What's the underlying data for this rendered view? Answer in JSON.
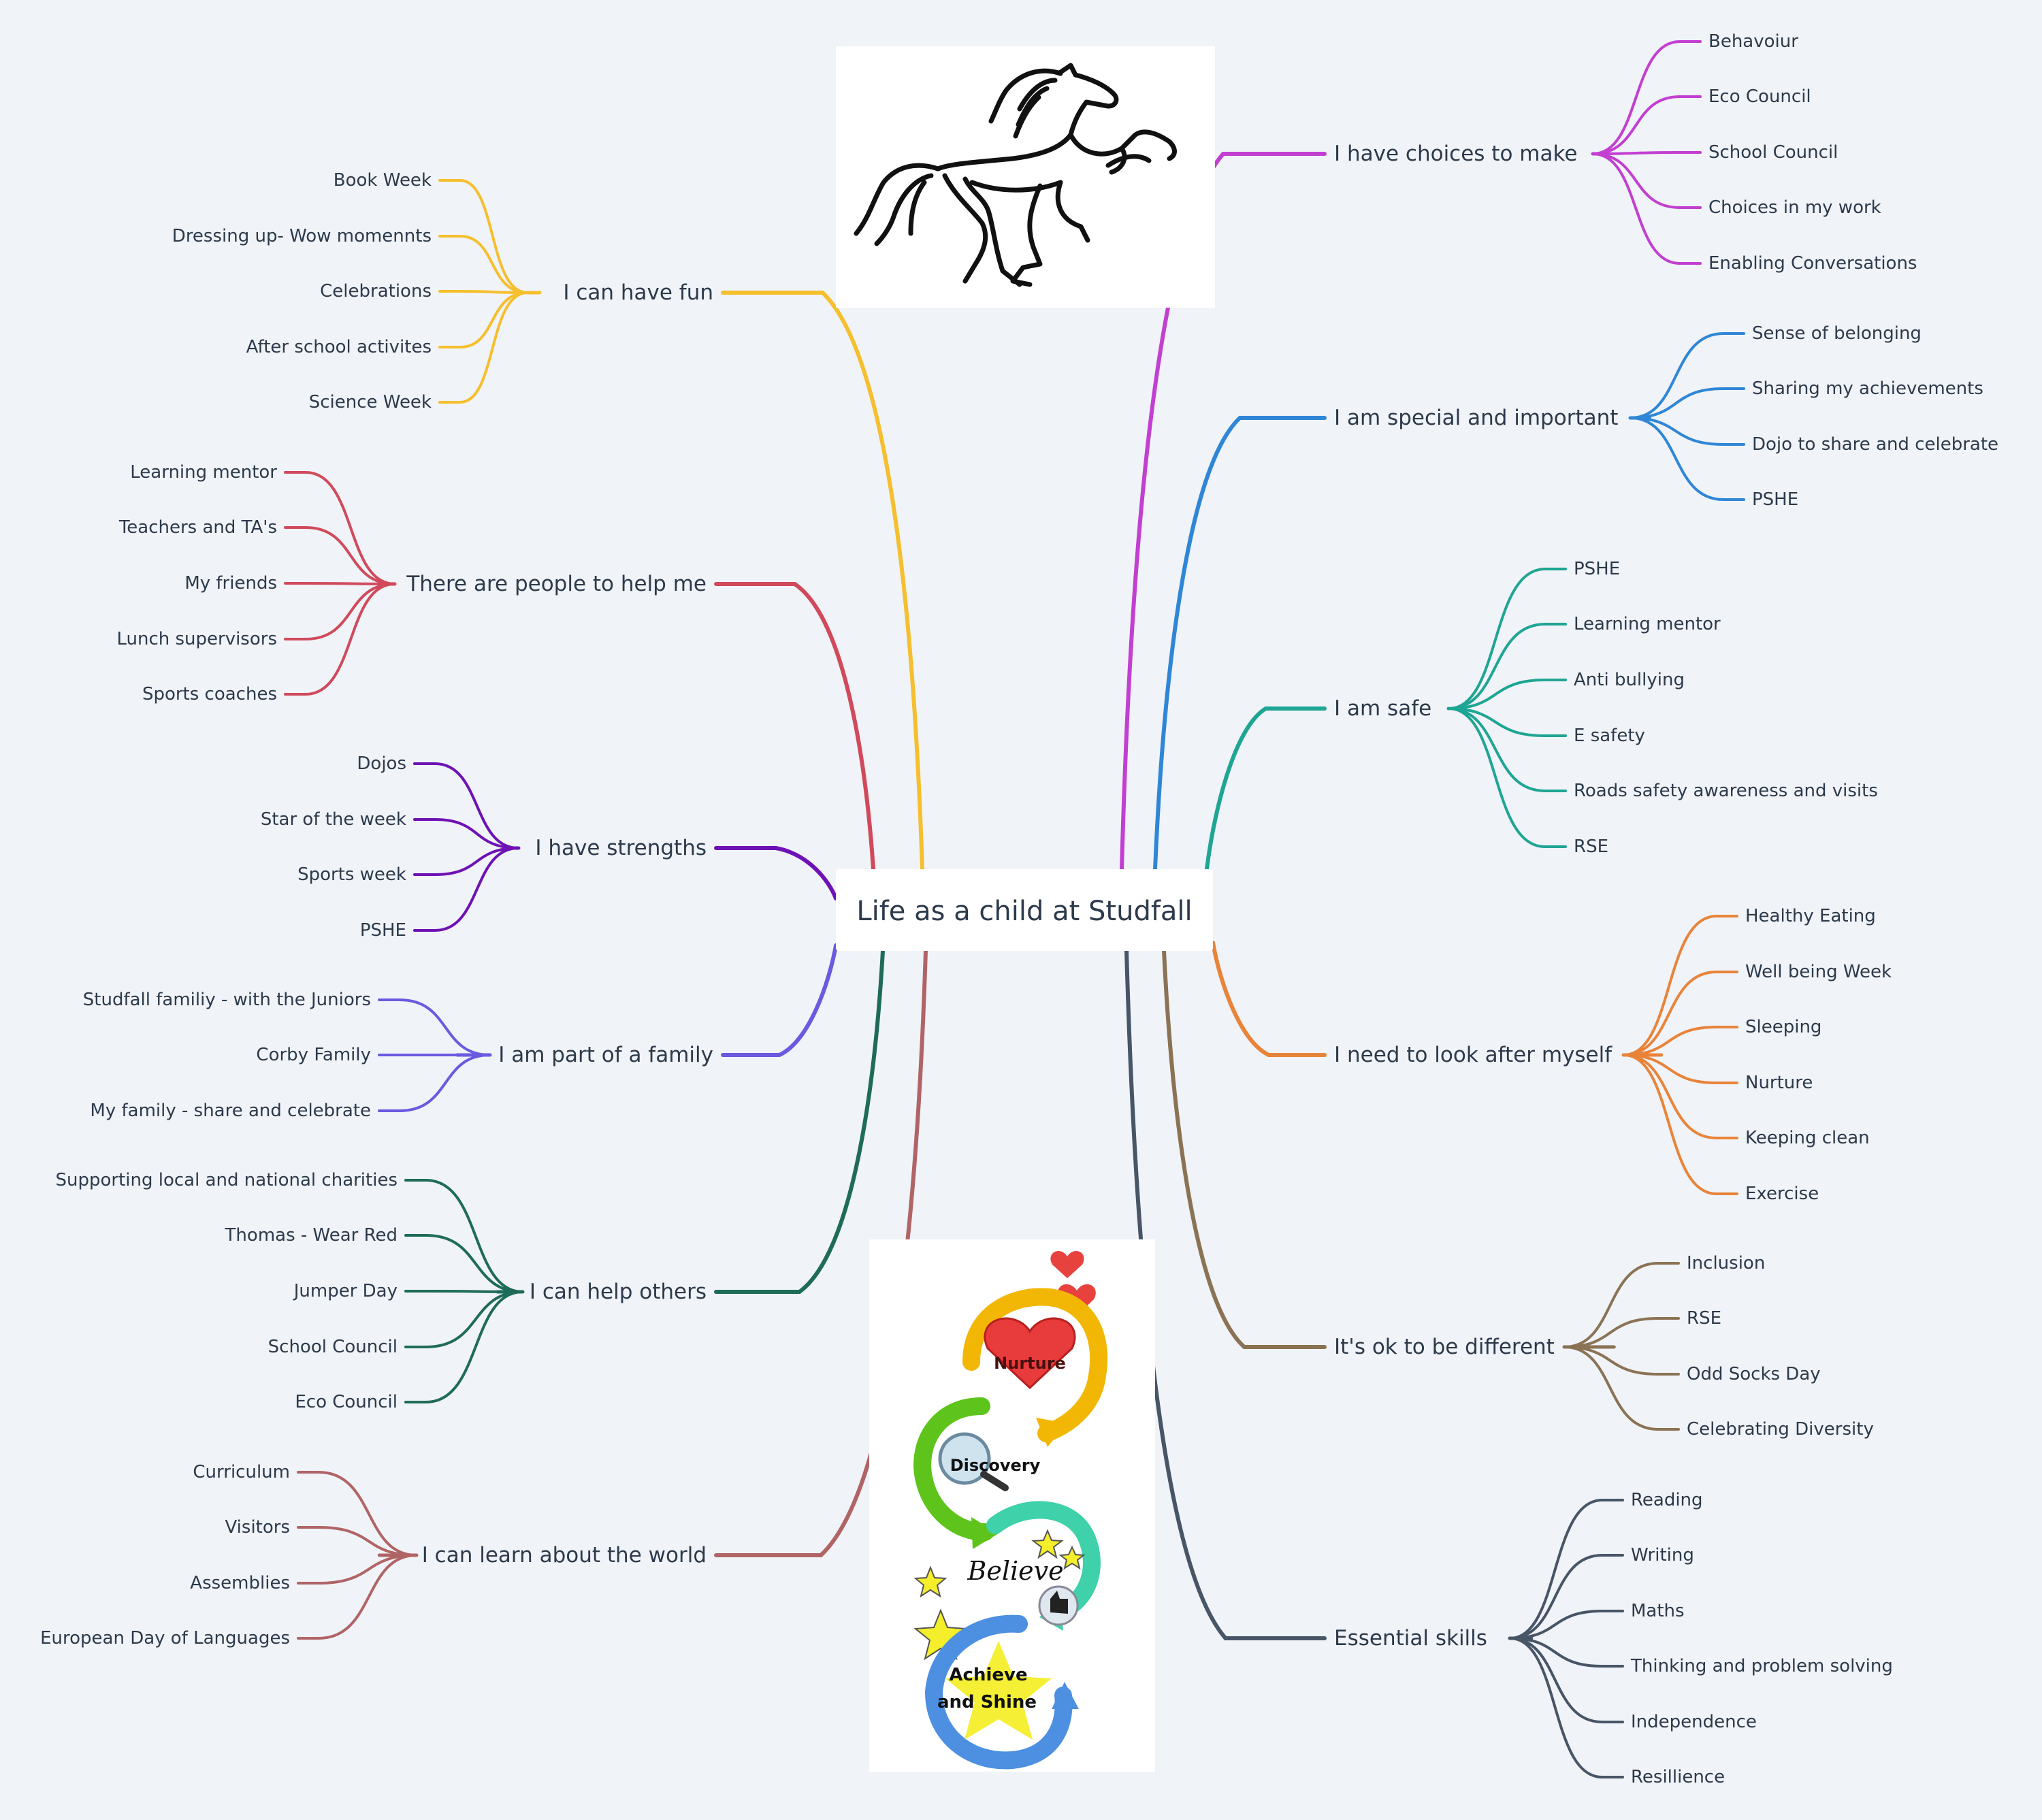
{
  "center": {
    "label": "Life as a child at Studfall"
  },
  "images": {
    "top": {
      "icon": "rearing-horse-logo"
    },
    "bottom": {
      "icon": "values-swirl-graphic",
      "words": [
        "Nurture",
        "Discovery",
        "Believe",
        "Achieve",
        "and Shine"
      ]
    }
  },
  "branches": [
    {
      "key": "fun",
      "label": "I can have fun",
      "color": "#f5bf2d",
      "children": [
        "Book Week",
        "Dressing up- Wow momennts",
        "Celebrations",
        "After school activites",
        "Science Week"
      ]
    },
    {
      "key": "people",
      "label": "There are people to help me",
      "color": "#d04a5c",
      "children": [
        "Learning  mentor",
        "Teachers and TA's",
        "My friends",
        "Lunch supervisors",
        "Sports coaches"
      ]
    },
    {
      "key": "strengths",
      "label": "I have strengths",
      "color": "#6e12b5",
      "children": [
        "Dojos",
        "Star of the week",
        "Sports week",
        "PSHE"
      ]
    },
    {
      "key": "family",
      "label": "I am part of a family",
      "color": "#6a5ae0",
      "children": [
        "Studfall familiy - with the Juniors",
        "Corby Family",
        "My family - share and celebrate"
      ]
    },
    {
      "key": "others",
      "label": "I can help others",
      "color": "#1f6b5a",
      "children": [
        "Supporting local  and national charities",
        "Thomas - Wear Red",
        "Jumper Day",
        "School Council",
        "Eco Council"
      ]
    },
    {
      "key": "world",
      "label": "I can learn about the world",
      "color": "#b06466",
      "children": [
        "Curriculum",
        "Visitors",
        "Assemblies",
        "European Day of Languages"
      ]
    },
    {
      "key": "choices",
      "label": "I have choices to make",
      "color": "#c23fd1",
      "children": [
        "Behavoiur",
        "Eco Council",
        "School Council",
        "Choices in my work",
        "Enabling Conversations"
      ]
    },
    {
      "key": "special",
      "label": "I am special and important",
      "color": "#2f86d6",
      "children": [
        "Sense of belonging",
        "Sharing my achievements",
        "Dojo to share and celebrate",
        "PSHE"
      ]
    },
    {
      "key": "safe",
      "label": "I am safe",
      "color": "#1fa594",
      "children": [
        "PSHE",
        "Learning mentor",
        "Anti bullying",
        "E safety",
        "Roads safety awareness and visits",
        "RSE"
      ]
    },
    {
      "key": "myself",
      "label": "I need to look after myself",
      "color": "#e8843a",
      "children": [
        "Healthy Eating",
        "Well being Week",
        "Sleeping",
        "Nurture",
        "Keeping clean",
        "Exercise"
      ]
    },
    {
      "key": "different",
      "label": "It's ok to be different",
      "color": "#8a7355",
      "children": [
        "Inclusion",
        "RSE",
        "Odd Socks Day",
        "Celebrating Diversity"
      ]
    },
    {
      "key": "skills",
      "label": "Essential skills",
      "color": "#475566",
      "children": [
        "Reading",
        "Writing",
        "Maths",
        "Thinking and problem solving",
        "Independence",
        "Resillience"
      ]
    }
  ]
}
